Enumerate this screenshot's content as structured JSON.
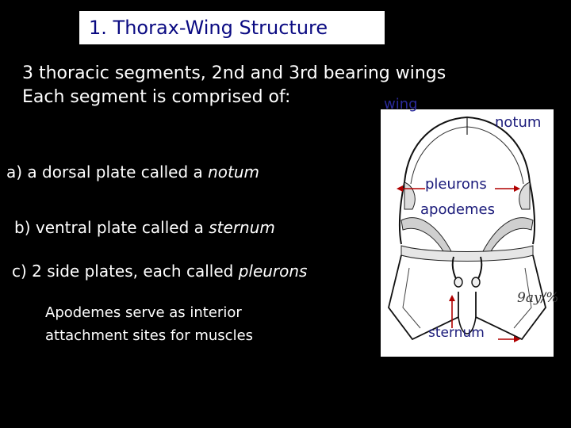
{
  "title": "1. Thorax-Wing Structure",
  "intro": {
    "line1": "3 thoracic segments, 2nd and 3rd bearing wings",
    "line2": "Each segment is comprised of:"
  },
  "items": [
    {
      "prefix": "a) a dorsal plate called a ",
      "term": "notum"
    },
    {
      "prefix": "b) ventral plate called a ",
      "term": "sternum"
    },
    {
      "prefix": "c) 2 side plates, each called ",
      "term": "pleurons"
    }
  ],
  "apodemes_note": {
    "line1": "Apodemes serve as interior",
    "line2": "attachment sites for muscles"
  },
  "figure": {
    "wing_label": "wing",
    "notum_label": "notum",
    "pleurons_label": "pleurons",
    "apodemes_label": "apodemes",
    "sternum_label": "sternum",
    "signature": "9ay/%"
  },
  "colors": {
    "background": "#000000",
    "title_text": "#0a0a82",
    "label_text": "#1a1a7a"
  }
}
